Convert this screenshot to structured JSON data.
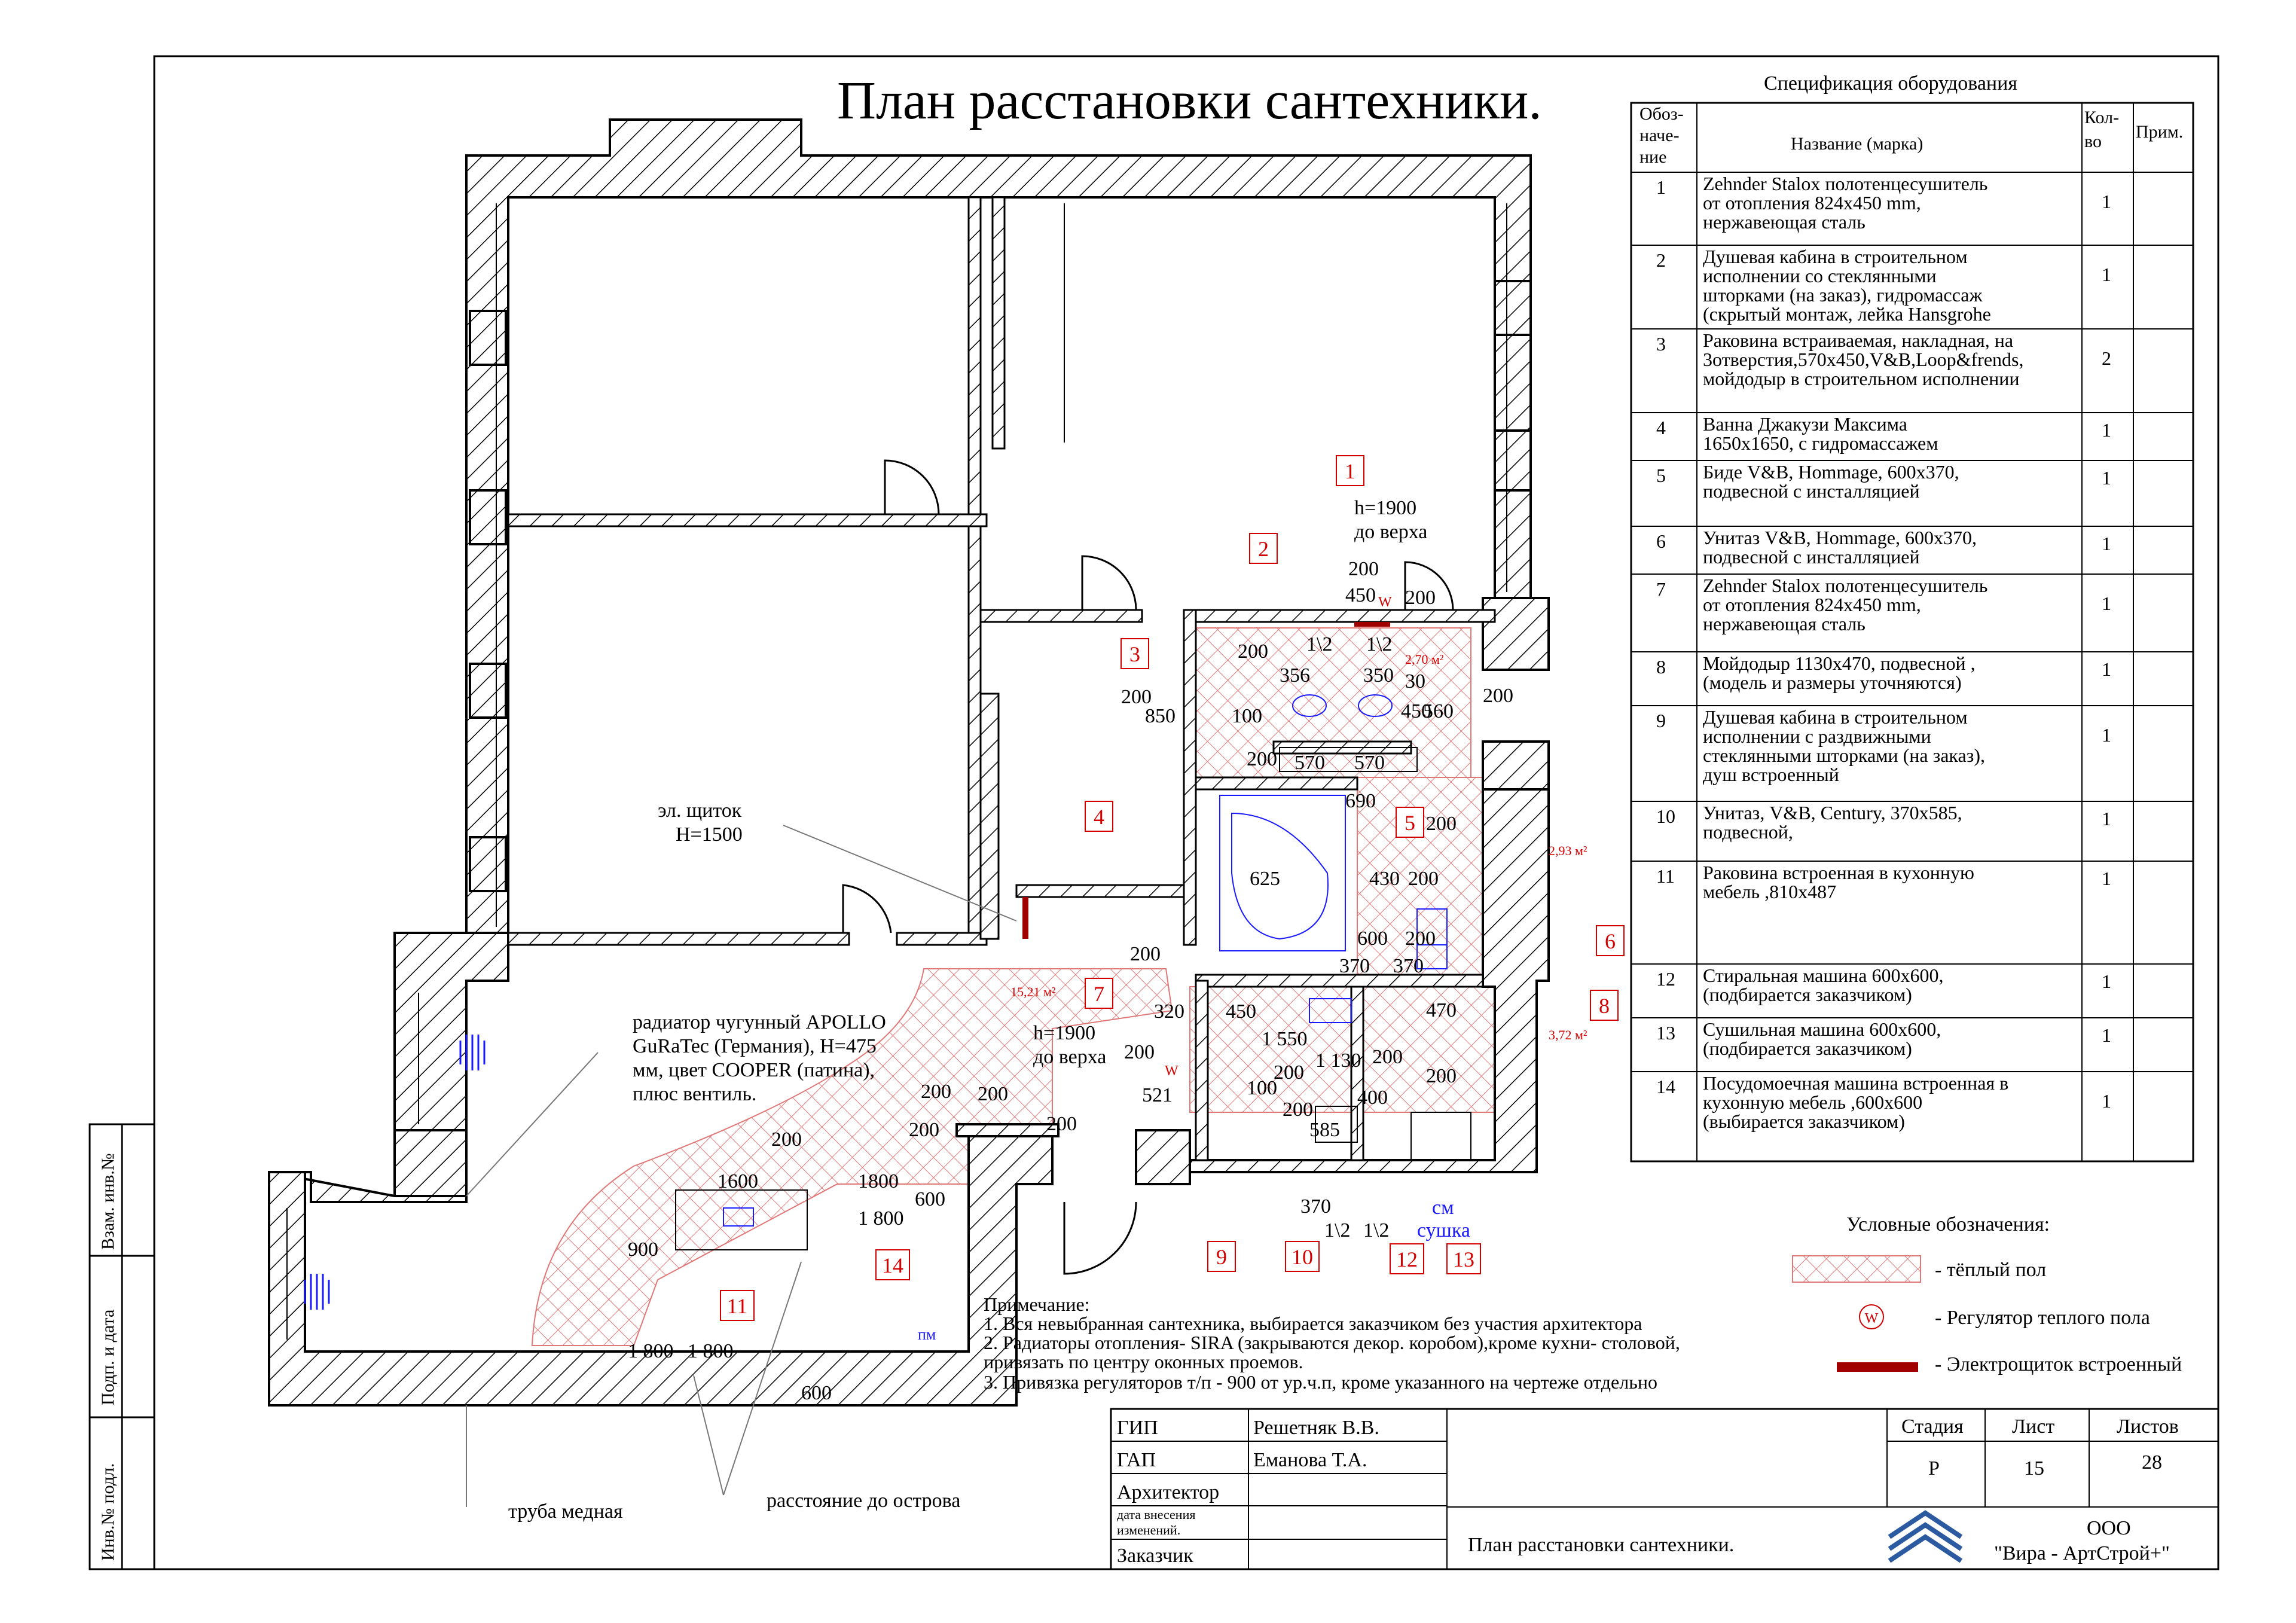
{
  "title": "План расстановки сантехники.",
  "spec": {
    "caption": "Спецификация оборудования",
    "headers": {
      "designation": "Обоз-наче-ние",
      "name": "Название (марка)",
      "qty": "Кол-во",
      "note": "Прим."
    },
    "rows": [
      {
        "n": "1",
        "lines": [
          "Zehnder Stalox полотенцесушитель",
          "от отопления 824х450 mm,",
          "нержавеющая сталь"
        ],
        "qty": "1"
      },
      {
        "n": "2",
        "lines": [
          "Душевая кабина в строительном",
          "исполнении со стеклянными",
          "шторками (на заказ), гидромассаж",
          "(скрытый монтаж, лейка Hansgrohe"
        ],
        "qty": "1"
      },
      {
        "n": "3",
        "lines": [
          "Раковина встраиваемая, накладная, на",
          "3отверстия,570х450,V&B,Loop&frends,",
          "мойдодыр в строительном исполнении"
        ],
        "qty": "2"
      },
      {
        "n": "4",
        "lines": [
          "Ванна Джакузи Максима",
          "1650х1650, с гидромассажем"
        ],
        "qty": "1"
      },
      {
        "n": "5",
        "lines": [
          "Биде V&B, Hommage, 600х370,",
          "подвесной с инсталляцией"
        ],
        "qty": "1"
      },
      {
        "n": "6",
        "lines": [
          "Унитаз V&B, Hommage, 600х370,",
          "подвесной с инсталляцией"
        ],
        "qty": "1"
      },
      {
        "n": "7",
        "lines": [
          "Zehnder Stalox полотенцесушитель",
          "от отопления 824х450 mm,",
          "нержавеющая сталь"
        ],
        "qty": "1"
      },
      {
        "n": "8",
        "lines": [
          "Мойдодыр 1130х470, подвесной ,",
          "(модель и размеры уточняются)"
        ],
        "qty": "1"
      },
      {
        "n": "9",
        "lines": [
          "Душевая кабина в строительном",
          "исполнении с раздвижными",
          "стеклянными шторками (на заказ),",
          "душ встроенный"
        ],
        "qty": "1"
      },
      {
        "n": "10",
        "lines": [
          "Унитаз, V&B, Century, 370х585,",
          "подвесной,"
        ],
        "qty": "1"
      },
      {
        "n": "11",
        "lines": [
          "Раковина встроенная в кухонную",
          "мебель ,810х487"
        ],
        "qty": "1"
      },
      {
        "n": "12",
        "lines": [
          "Стиральная машина 600х600,",
          "(подбирается заказчиком)"
        ],
        "qty": "1"
      },
      {
        "n": "13",
        "lines": [
          "Сушильная машина 600х600,",
          "(подбирается заказчиком)"
        ],
        "qty": "1"
      },
      {
        "n": "14",
        "lines": [
          "Посудомоечная машина встроенная в",
          "кухонную мебель ,600х600",
          "(выбирается заказчиком)"
        ],
        "qty": "1"
      }
    ]
  },
  "legend": {
    "title": "Условные обозначения:",
    "items": [
      {
        "label": "- тёплый пол",
        "icon": "warm-floor-hatch"
      },
      {
        "label": "- Регулятор теплого пола",
        "icon": "regulator-w",
        "symbol": "W"
      },
      {
        "label": "- Электрощиток встроенный",
        "icon": "panel-bar"
      }
    ],
    "colors": {
      "red": "#d40000",
      "blue": "#1a1aff",
      "hatch": "#e07878"
    }
  },
  "notes": {
    "title": "Примечание:",
    "lines": [
      "1. Вся невыбранная сантехника, выбирается заказчиком без участия архитектора",
      "2. Радиаторы отопления- SIRA (закрываются декор. коробом),кроме кухни- столовой,",
      "привязать по центру оконных проемов.",
      "3. Привязка регуляторов т/п - 900 от ур.ч.п, кроме указанного на чертеже отдельно"
    ]
  },
  "stamp": {
    "roles": [
      "ГИП",
      "ГАП",
      "Архитектор",
      "дата внесения",
      "изменений.",
      "Заказчик"
    ],
    "names": [
      "Решетняк В.В.",
      "Еманова Т.А."
    ],
    "sheet_title": "План расстановки сантехники.",
    "stage_label": "Стадия",
    "sheet_label": "Лист",
    "sheets_label": "Листов",
    "stage": "Р",
    "sheet": "15",
    "sheets": "28",
    "company_line1": "ООО",
    "company_line2": "\"Вира - АртСтрой+\""
  },
  "side_stamp": [
    "Инв.№ подл.",
    "Подп. и дата",
    "Взам. инв.№"
  ],
  "plan": {
    "markers": [
      "1",
      "2",
      "3",
      "4",
      "5",
      "6",
      "7",
      "8",
      "9",
      "10",
      "11",
      "12",
      "13",
      "14"
    ],
    "areas": [
      "2,70 м²",
      "2,93 м²",
      "15,21 м²",
      "3,72 м²"
    ],
    "annotations": {
      "h1": "h=1900",
      "h1b": "до верха",
      "h2": "h=1900",
      "h2b": "до верха",
      "panel1": "эл. щиток",
      "panel2": "Н=1500",
      "rad1": "радиатор чугунный APOLLO",
      "rad2": "GuRaTec (Германия), Н=475",
      "rad3": "мм, цвет COOPER (патина),",
      "rad4": "плюс вентиль.",
      "pipe": "труба медная",
      "island": "расстояние до острова",
      "sm": "см",
      "dry": "сушка",
      "pm": "пм",
      "w": "W"
    },
    "dims": [
      "200",
      "450",
      "200",
      "1\\2",
      "1\\2",
      "200",
      "356",
      "350",
      "450",
      "30",
      "560",
      "850",
      "100",
      "200",
      "570",
      "570",
      "200",
      "690",
      "200",
      "625",
      "430",
      "200",
      "600",
      "200",
      "370",
      "370",
      "200",
      "320",
      "450",
      "1 550",
      "1 130",
      "200",
      "200",
      "470",
      "200",
      "100",
      "521",
      "200",
      "200",
      "585",
      "400",
      "200",
      "200",
      "200",
      "200",
      "200",
      "1600",
      "1800",
      "1 800",
      "600",
      "900",
      "1 800",
      "1 800",
      "600",
      "370",
      "1\\2",
      "1\\2",
      "200"
    ]
  }
}
